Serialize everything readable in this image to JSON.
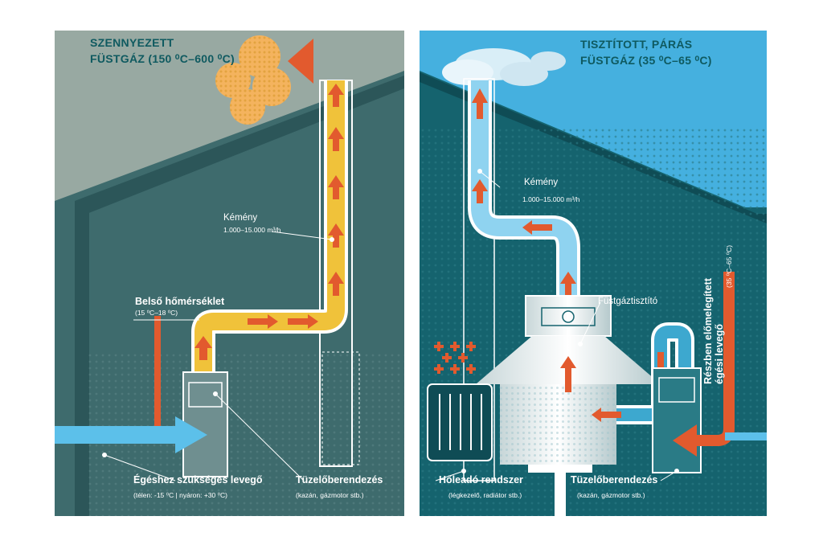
{
  "left": {
    "title_line1": "SZENNYEZETT",
    "title_line2": "FÜSTGÁZ (150 ⁰C–600 ⁰C)",
    "chimney_label": "Kémény",
    "chimney_flow": "1.000–15.000 m³/h",
    "inner_temp_label": "Belső hőmérséklet",
    "inner_temp_value": "(15 ⁰C–18 ⁰C)",
    "air_label": "Égéshez szükséges levegő",
    "air_sub": "(télen: -15 ⁰C | nyáron: +30 ⁰C)",
    "burner_label": "Tüzelőberendezés",
    "burner_sub": "(kazán, gázmotor stb.)"
  },
  "right": {
    "title_line1": "TISZTÍTOTT, PÁRÁS",
    "title_line2": "FÜSTGÁZ (35 ⁰C–65 ⁰C)",
    "chimney_label": "Kémény",
    "chimney_flow": "1.000–15.000 m³/h",
    "cleaner_label": "Füstgáztisztító",
    "preheated_line1": "Részben előmelegített",
    "preheated_line2": "égési levegő",
    "preheated_temp": "(35 ⁰C–65 ⁰C)",
    "heat_label": "Hőleadó rendszer",
    "heat_sub": "(légkezelő, radiátor stb.)",
    "burner_label": "Tüzelőberendezés",
    "burner_sub": "(kazán, gázmotor stb.)"
  },
  "colors": {
    "left_sky": "#98a9a2",
    "left_house": "#3e6b6d",
    "right_sky": "#45b0df",
    "right_house": "#15636e",
    "flue_orange": "#f0c23a",
    "arrow_red": "#e25a2e",
    "air_blue": "#5cc0ea",
    "title_teal": "#0f5a60"
  },
  "icons": [
    "smoke-cloud-icon",
    "vapor-cloud-icon",
    "heat-plus-icon",
    "fan-icon"
  ]
}
